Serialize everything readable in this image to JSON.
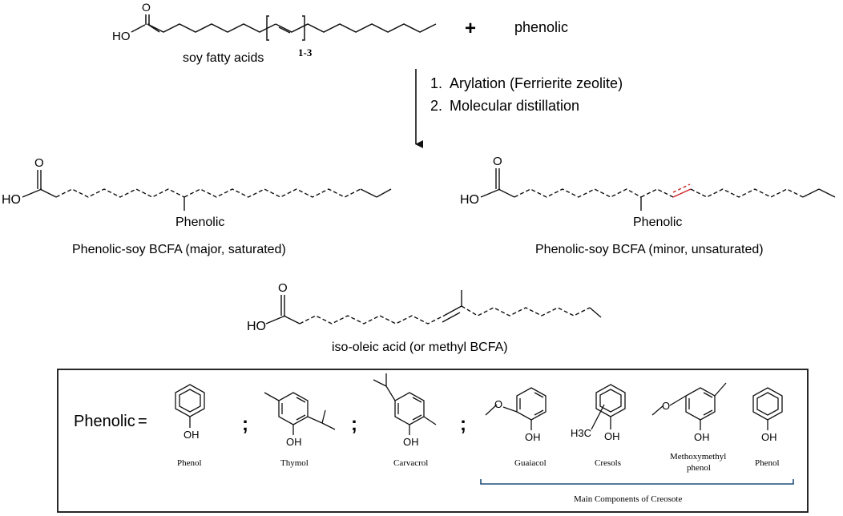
{
  "reaction": {
    "reactant_label": "soy fatty acids",
    "repeat_label": "1-3",
    "plus": "+",
    "co_reactant": "phenolic",
    "steps": [
      "1.",
      "2."
    ],
    "step_texts": [
      "Arylation (Ferrierite zeolite)",
      "Molecular distillation"
    ]
  },
  "atoms": {
    "hydroxyl_acid": "HO",
    "carbonyl_o": "O",
    "hydroxyl": "OH",
    "methyl": "H3C",
    "substituent": "Phenolic"
  },
  "products": {
    "major": "Phenolic-soy BCFA (major, saturated)",
    "minor": "Phenolic-soy BCFA (minor, unsaturated)",
    "byproduct": "iso-oleic acid (or methyl BCFA)"
  },
  "legend": {
    "label": "Phenolic",
    "equals": "=",
    "separator": ";",
    "compounds": [
      "Phenol",
      "Thymol",
      "Carvacrol",
      "Guaiacol",
      "Cresols",
      "Methoxymethyl",
      "phenol",
      "Phenol"
    ],
    "creosote_bracket": "Main Components of Creosote"
  },
  "colors": {
    "ink": "#111111",
    "unsaturation": "#cc2222",
    "bracket": "#1f4e79"
  }
}
